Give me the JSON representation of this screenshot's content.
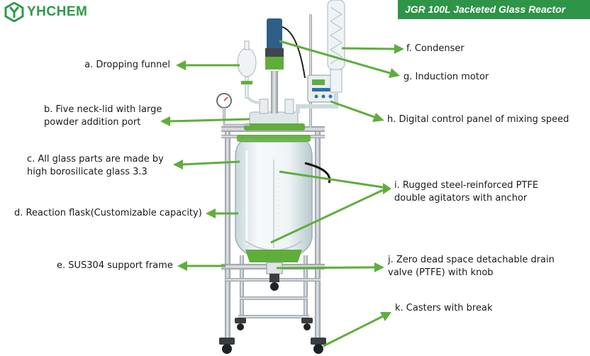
{
  "brand": {
    "logo_text": "YHCHEM",
    "accent": "#2f9a4a"
  },
  "title": "JGR 100L Jacketed Glass Reactor",
  "colors": {
    "arrow": "#5fae3c",
    "banner": "#2e9448",
    "steel": "#b9bec4",
    "glass": "#e9f0f2"
  },
  "labels": {
    "a": {
      "line1": "a. Dropping funnel"
    },
    "b": {
      "line1": "b. Five neck-lid with large",
      "line2": "powder addition port"
    },
    "c": {
      "line1": "c. All glass parts are made by",
      "line2": "high borosilicate glass 3.3"
    },
    "d": {
      "line1": "d. Reaction flask(Customizable capacity)"
    },
    "e": {
      "line1": "e. SUS304 support frame"
    },
    "f": {
      "line1": "f. Condenser"
    },
    "g": {
      "line1": "g. Induction motor"
    },
    "h": {
      "line1": "h. Digital control panel of mixing speed"
    },
    "i": {
      "line1": "i. Rugged steel-reinforced PTFE",
      "line2": "double agitators with anchor"
    },
    "j": {
      "line1": "j. Zero dead space detachable drain",
      "line2": "valve (PTFE) with knob"
    },
    "k": {
      "line1": "k. Casters with break"
    }
  }
}
